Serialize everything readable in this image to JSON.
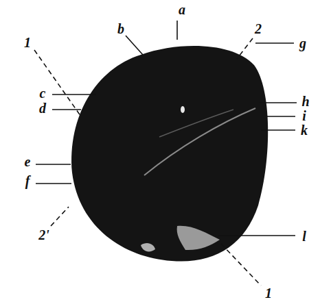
{
  "diagram": {
    "labels": [
      "a",
      "b",
      "2",
      "1",
      "c",
      "g",
      "d",
      "h",
      "i",
      "k",
      "e",
      "f",
      "2'",
      "l",
      "1"
    ]
  }
}
